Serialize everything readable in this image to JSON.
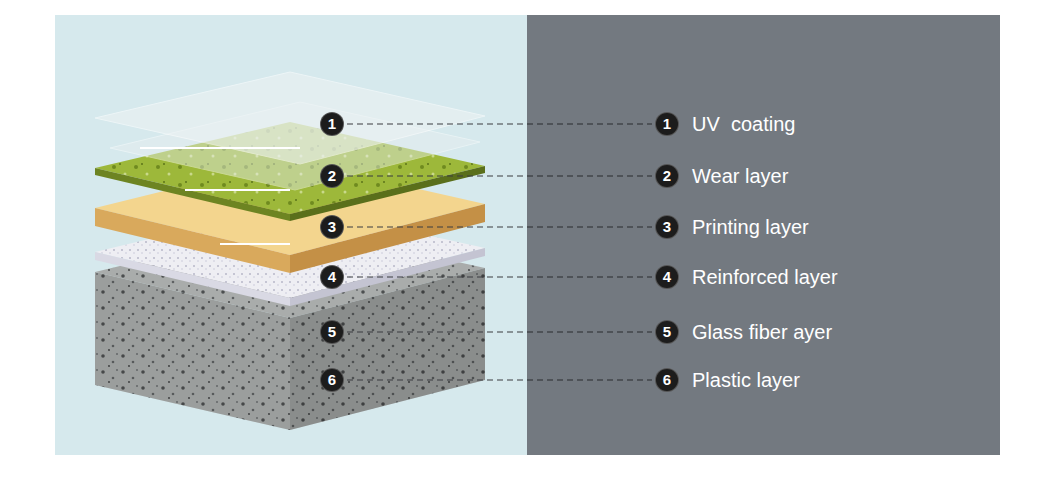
{
  "diagram": {
    "labels": [
      "1",
      "1",
      "UV  coating",
      "2",
      "2",
      "Wear layer",
      "3",
      "3",
      "Printing layer",
      "4",
      "4",
      "Reinforced layer",
      "5",
      "5",
      "Glass fiber ayer",
      "6",
      "6",
      "Plastic layer"
    ]
  }
}
